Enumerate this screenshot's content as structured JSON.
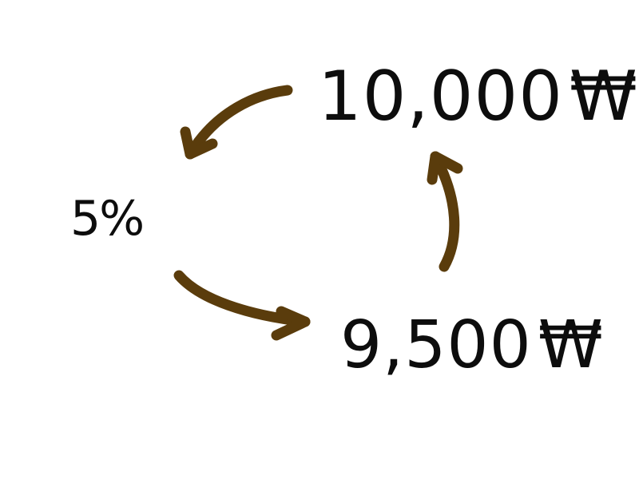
{
  "top": {
    "amount": "10,000",
    "currency": "₩"
  },
  "bottom": {
    "amount": "9,500",
    "currency": "₩"
  },
  "rate": "5%",
  "colors": {
    "arrow": "#5a3c0c",
    "text": "#0d0d0d",
    "background": "#ffffff"
  }
}
